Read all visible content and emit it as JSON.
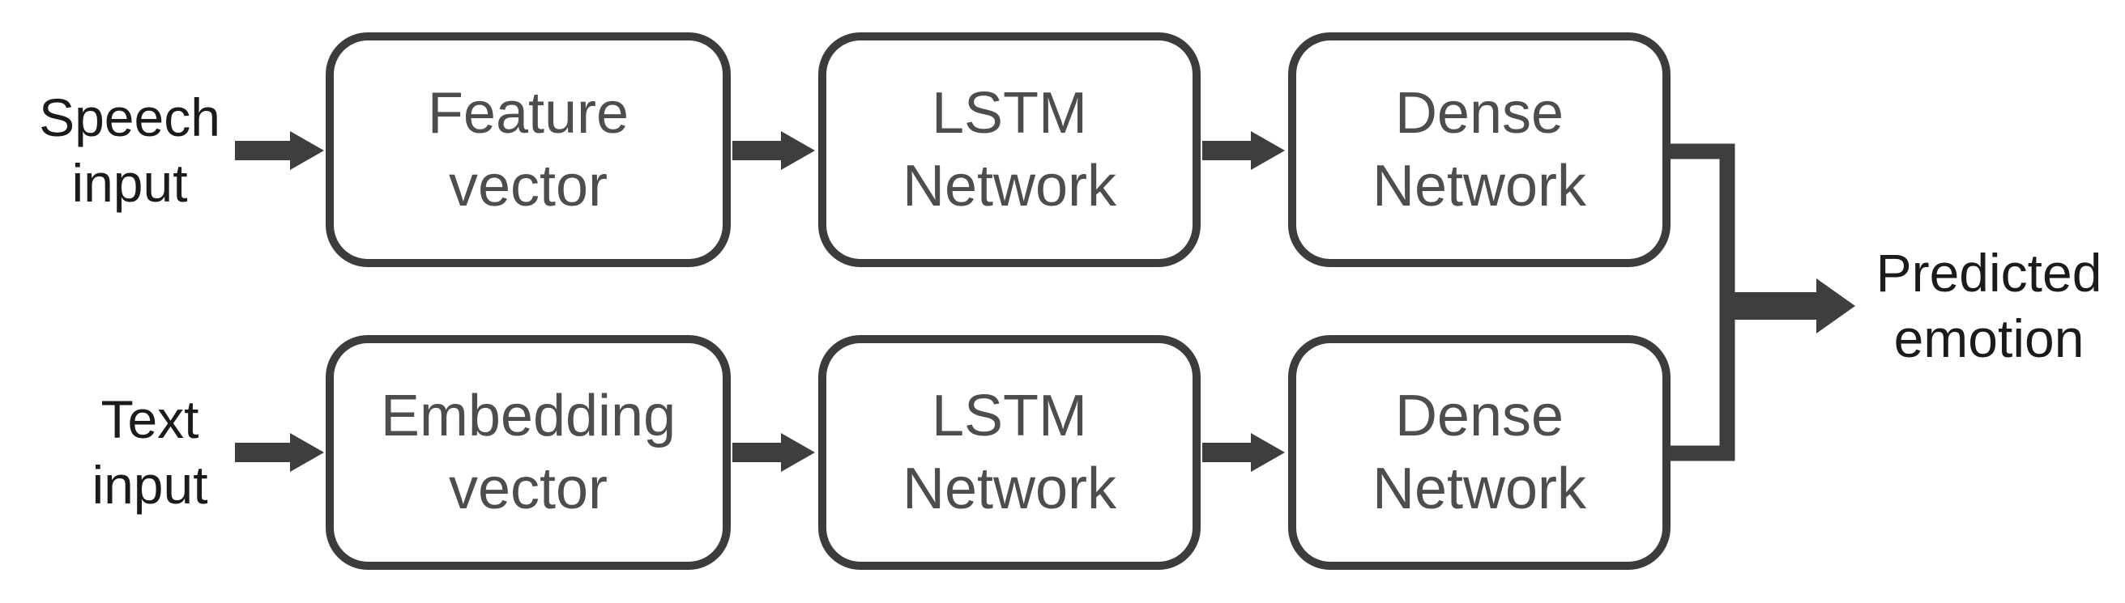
{
  "diagram": {
    "type": "flowchart",
    "description": "Bimodal emotion recognition pipeline with speech and text branches merging into one prediction",
    "colors": {
      "background": "#ffffff",
      "line": "#3e3e3e",
      "box_border": "#3c3c3c",
      "box_text": "#4d4d4d",
      "label_text": "#1b1b1b"
    },
    "nodes": {
      "speech_input": {
        "label": "Speech\ninput",
        "type": "input-label"
      },
      "feature_vector": {
        "label": "Feature\nvector",
        "type": "box"
      },
      "lstm_speech": {
        "label": "LSTM\nNetwork",
        "type": "box"
      },
      "dense_speech": {
        "label": "Dense\nNetwork",
        "type": "box"
      },
      "text_input": {
        "label": "Text\ninput",
        "type": "input-label"
      },
      "embedding_vector": {
        "label": "Embedding\nvector",
        "type": "box"
      },
      "lstm_text": {
        "label": "LSTM\nNetwork",
        "type": "box"
      },
      "dense_text": {
        "label": "Dense\nNetwork",
        "type": "box"
      },
      "predicted_emotion": {
        "label": "Predicted\nemotion",
        "type": "output-label"
      }
    },
    "edges": [
      {
        "from": "speech_input",
        "to": "feature_vector"
      },
      {
        "from": "feature_vector",
        "to": "lstm_speech"
      },
      {
        "from": "lstm_speech",
        "to": "dense_speech"
      },
      {
        "from": "text_input",
        "to": "embedding_vector"
      },
      {
        "from": "embedding_vector",
        "to": "lstm_text"
      },
      {
        "from": "lstm_text",
        "to": "dense_text"
      },
      {
        "from": "dense_speech",
        "to": "predicted_emotion"
      },
      {
        "from": "dense_text",
        "to": "predicted_emotion"
      }
    ]
  }
}
